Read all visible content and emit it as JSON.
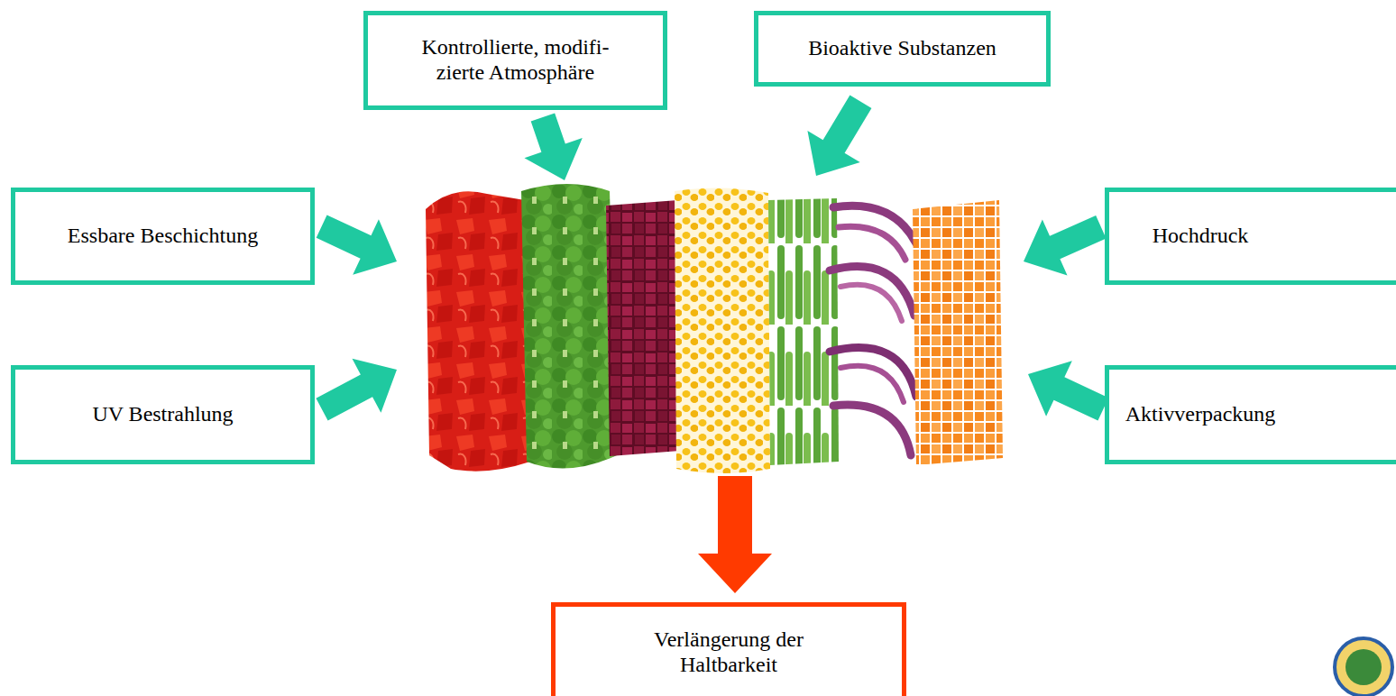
{
  "diagram": {
    "nodes": [
      {
        "text": [
          "Kontrollierte, modifi- zierte Atmosphäre"
        ]
      },
      {
        "text": [
          "Bioaktive Substanzen"
        ]
      },
      {
        "text": [
          "Essbare Beschichtung"
        ]
      },
      {
        "text": [
          "Hochdruck"
        ]
      },
      {
        "text": [
          "UV Bestrahlung"
        ]
      },
      {
        "text": [
          "Aktivverpackung"
        ]
      },
      {
        "text": [
          "Verlängerung der Haltbarkeit"
        ]
      }
    ]
  }
}
